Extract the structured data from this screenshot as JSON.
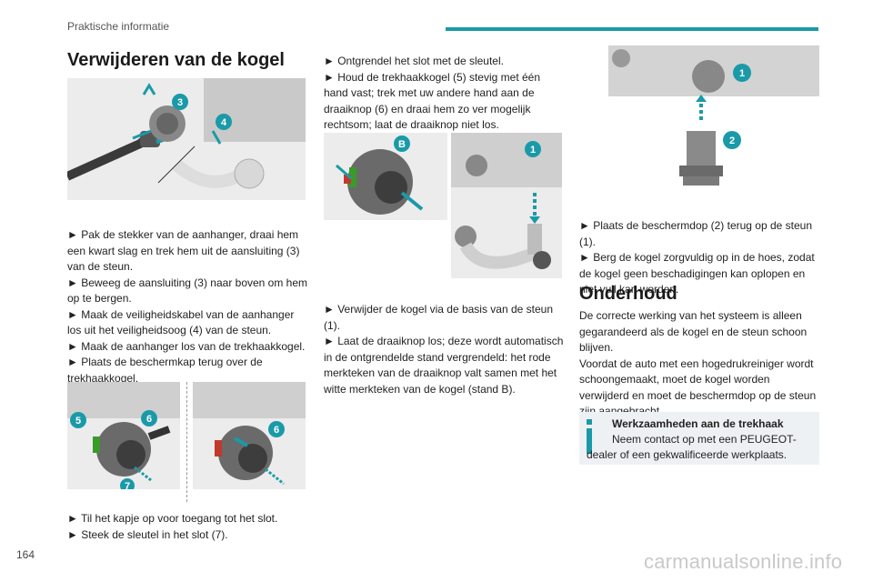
{
  "header": {
    "section": "Praktische informatie",
    "accent": "#1a9aa8"
  },
  "page_number": "164",
  "watermark": "carmanualsonline.info",
  "left": {
    "title": "Verwijderen van de kogel",
    "p1": "► Pak de stekker van de aanhanger, draai hem een kwart slag en trek hem uit de aansluiting (3) van de steun.",
    "p2": "► Beweeg de aansluiting (3) naar boven om hem op te bergen.",
    "p3": "► Maak de veiligheidskabel van de aanhanger los uit het veiligheidsoog (4) van de steun.",
    "p4": "► Maak de aanhanger los van de trekhaakkogel.",
    "p5": "► Plaats de beschermkap terug over de trekhaakkogel.",
    "p6": "► Til het kapje op voor toegang tot het slot.",
    "p7": "► Steek de sleutel in het slot (7)."
  },
  "middle": {
    "p1": "► Ontgrendel het slot met de sleutel.",
    "p2": "► Houd de trekhaakkogel (5) stevig met één hand vast; trek met uw andere hand aan de draaiknop (6) en draai hem zo ver mogelijk rechtsom; laat de draaiknop niet los.",
    "p3": "► Verwijder de kogel via de basis van de steun (1).",
    "p4": "► Laat de draaiknop los; deze wordt automatisch in de ontgrendelde stand vergrendeld: het rode merkteken van de draaiknop valt samen met het witte merkteken van de kogel (stand B)."
  },
  "right": {
    "p1": "► Plaats de beschermdop (2) terug op de steun (1).",
    "p2": "► Berg de kogel zorgvuldig op in de hoes, zodat de kogel geen beschadigingen kan oplopen en niet vuil kan worden.",
    "title": "Onderhoud",
    "p3": "De correcte werking van het systeem is alleen gegarandeerd als de kogel en de steun schoon blijven.",
    "p4": "Voordat de auto met een hogedrukreiniger wordt schoongemaakt, moet de kogel worden verwijderd en moet de beschermdop op de steun zijn aangebracht.",
    "info_title": "Werkzaamheden aan de trekhaak",
    "info_text": "Neem contact op met een PEUGEOT-dealer of een gekwalificeerde werkplaats."
  },
  "callouts": {
    "c1": "1",
    "c2": "2",
    "c3": "3",
    "c4": "4",
    "c5": "5",
    "c6": "6",
    "c7": "7",
    "cB": "B"
  }
}
